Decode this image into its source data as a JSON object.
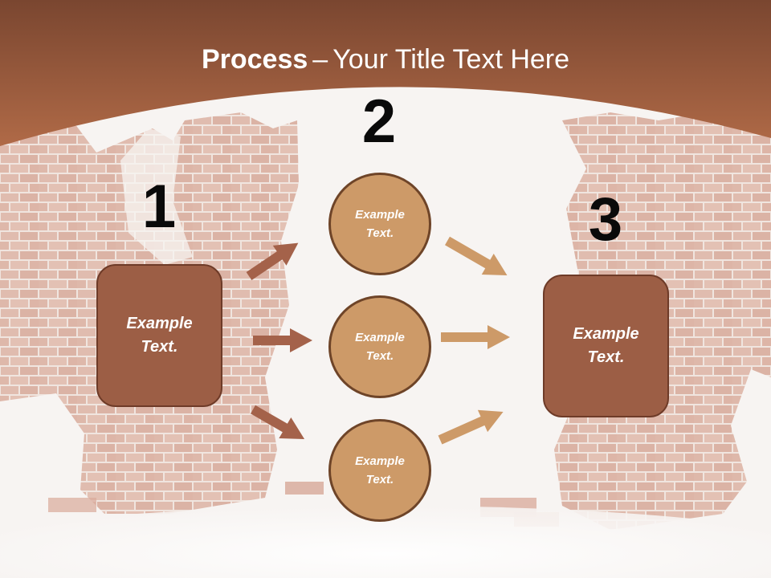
{
  "slide": {
    "title_bold": "Process",
    "title_dash": "–",
    "title_rest": "Your Title Text Here"
  },
  "steps": {
    "num1": "1",
    "num2": "2",
    "num3": "3"
  },
  "nodes": {
    "left_box": "Example\nText.",
    "circle_top": "Example\nText.",
    "circle_middle": "Example\nText.",
    "circle_bottom": "Example\nText.",
    "right_box": "Example\nText."
  },
  "colors": {
    "header": "#a4603f",
    "box_fill": "#9c5e45",
    "circle_fill": "#cd9a68",
    "arrow_left": "#a4624a",
    "arrow_right": "#cd9a68"
  }
}
